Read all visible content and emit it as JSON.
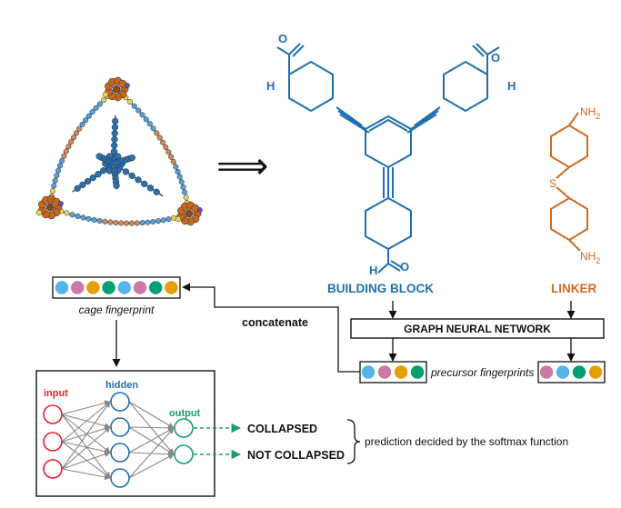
{
  "colors": {
    "blue": "#1f6fb2",
    "orange": "#d2691e",
    "red": "#e4202c",
    "green": "#1a9e6c",
    "dot_sky": "#56b4e9",
    "dot_pink": "#cc79a7",
    "dot_amber": "#e69f00",
    "dot_green": "#009e73"
  },
  "building_block": {
    "label": "BUILDING BLOCK",
    "atom_h": "H",
    "atom_o": "O"
  },
  "linker": {
    "label": "LINKER",
    "atom_s": "S",
    "atom_n": "NH",
    "subscript": "2"
  },
  "gnn": {
    "label": "GRAPH NEURAL NETWORK"
  },
  "concatenate": {
    "label": "concatenate"
  },
  "cage_fingerprint": {
    "label": "cage fingerprint",
    "dots": [
      "sky",
      "pink",
      "amber",
      "green",
      "sky",
      "pink",
      "green",
      "amber"
    ]
  },
  "precursor_fingerprints": {
    "label": "precursor fingerprints",
    "left_dots": [
      "sky",
      "pink",
      "amber",
      "green"
    ],
    "right_dots": [
      "pink",
      "sky",
      "green",
      "amber"
    ]
  },
  "network": {
    "input_label": "input",
    "hidden_label": "hidden",
    "output_label": "output",
    "outputs": [
      "COLLAPSED",
      "NOT COLLAPSED"
    ]
  },
  "prediction_note": "prediction decided by the softmax function",
  "arrow_glyph": "⟹"
}
